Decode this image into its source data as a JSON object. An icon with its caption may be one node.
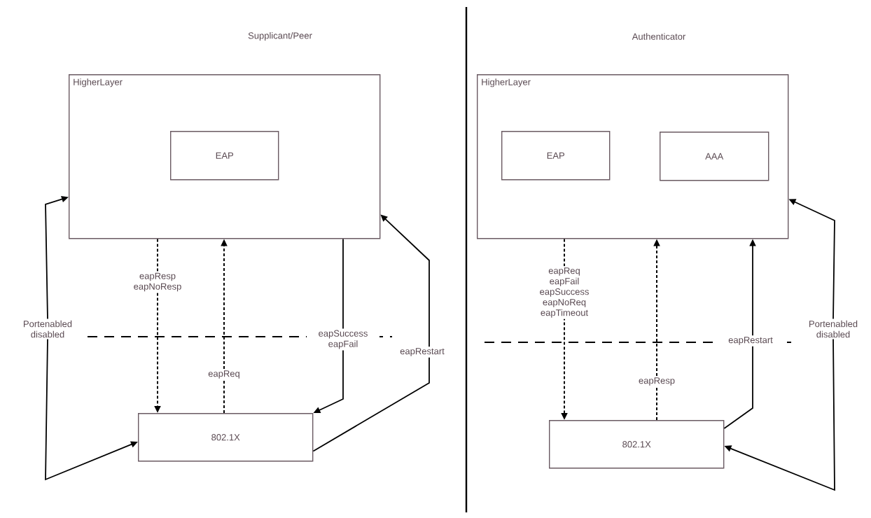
{
  "diagram": {
    "nodes": [
      {
        "text": [
          "HigherLayer"
        ]
      },
      {
        "text": [
          "EAP"
        ],
        "in": 0
      },
      {
        "text": [
          "802.1X"
        ]
      },
      {
        "text": [
          "HigherLayer"
        ]
      },
      {
        "text": [
          "EAP"
        ],
        "in": 3
      },
      {
        "text": [
          "AAA"
        ],
        "in": 3
      },
      {
        "text": [
          "802.1X"
        ]
      },
      {
        "text": [
          "Portenabled disabled"
        ]
      },
      {
        "text": [
          "Portenabled disabled"
        ]
      }
    ],
    "edges": [
      {
        "from": 0,
        "to": 2,
        "arrow": "to",
        "label": "eapResp eapNoResp",
        "style": "dashed"
      },
      {
        "from": 2,
        "to": 0,
        "arrow": "to",
        "label": "eapReq",
        "style": "dashed"
      },
      {
        "from": 0,
        "to": 2,
        "arrow": "to",
        "label": "eapSuccess eapFail"
      },
      {
        "from": 2,
        "to": 0,
        "arrow": "to",
        "label": "eapRestart"
      },
      {
        "from": 7,
        "to": 0,
        "arrow": "to"
      },
      {
        "from": 7,
        "to": 2,
        "arrow": "to"
      },
      {
        "from": 3,
        "to": 6,
        "arrow": "to",
        "label": "eapReq eapFail eapSuccess eapNoReq eapTimeout",
        "style": "dashed"
      },
      {
        "from": 6,
        "to": 3,
        "arrow": "to",
        "label": "eapResp",
        "style": "dashed"
      },
      {
        "from": 6,
        "to": 3,
        "arrow": "to",
        "label": "eapRestart"
      },
      {
        "from": 8,
        "to": 3,
        "arrow": "to"
      },
      {
        "from": 8,
        "to": 6,
        "arrow": "to"
      }
    ],
    "labels": [
      "Supplicant/Peer",
      "Authenticator"
    ]
  }
}
